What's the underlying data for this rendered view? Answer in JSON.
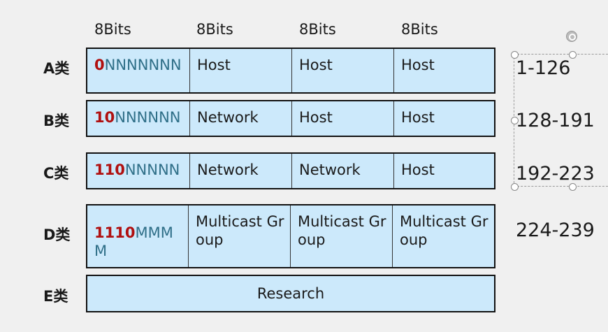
{
  "header": {
    "bits": [
      "8Bits",
      "8Bits",
      "8Bits",
      "8Bits"
    ]
  },
  "classes": [
    {
      "label": "A类",
      "prefix": "0",
      "rest": "NNNNNNN",
      "cells": [
        "Host",
        "Host",
        "Host"
      ],
      "range": "1-126"
    },
    {
      "label": "B类",
      "prefix": "10",
      "rest": "NNNNNN",
      "cells": [
        "Network",
        "Host",
        "Host"
      ],
      "range": "128-191"
    },
    {
      "label": "C类",
      "prefix": "110",
      "rest": "NNNNN",
      "cells": [
        "Network",
        "Network",
        "Host"
      ],
      "range": "192-223"
    },
    {
      "label": "D类",
      "prefix": "1110",
      "rest": "MMMM",
      "cells": [
        "Multicast Group",
        "Multicast Group",
        "Multicast Group"
      ],
      "range": "224-239"
    },
    {
      "label": "E类",
      "research": "Research"
    }
  ],
  "colors": {
    "prefix": "#b01010",
    "bits": "#2f6f88",
    "fill": "#cce9fb",
    "border": "#111111"
  }
}
